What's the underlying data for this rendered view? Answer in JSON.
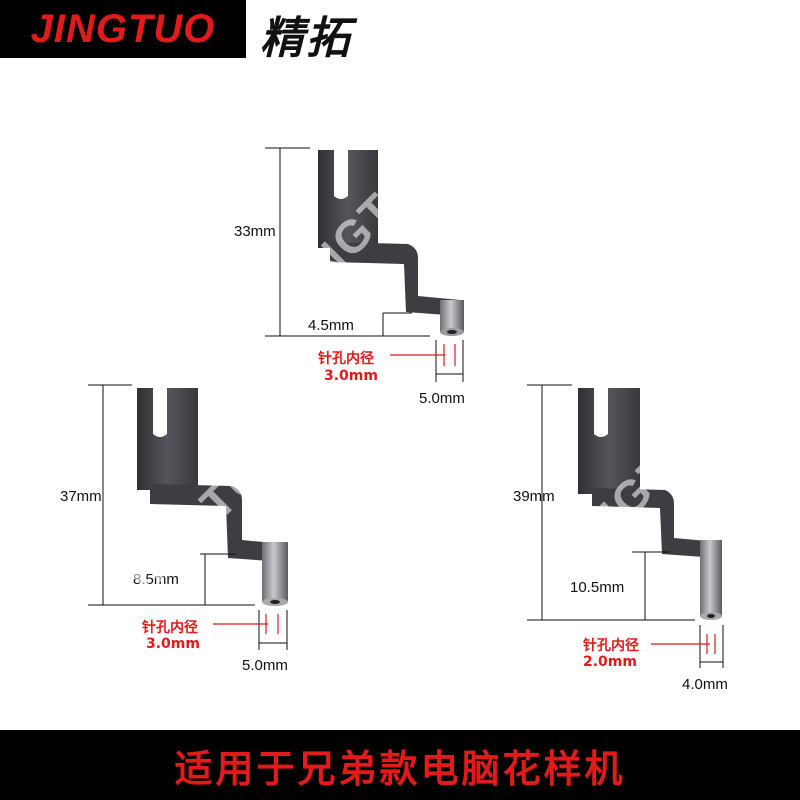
{
  "brand": {
    "latin": "JINGTUO",
    "chinese": "精拓",
    "watermark": "JINGTUO"
  },
  "colors": {
    "brand_red": "#e21a1a",
    "bar_black": "#000000",
    "metal_dark": "#3f4044",
    "metal_light": "#8a8b90"
  },
  "parts": [
    {
      "height": "33mm",
      "step": "4.5mm",
      "hole_label": "针孔内径",
      "hole_value": "3.0mm",
      "foot_width": "5.0mm"
    },
    {
      "height": "37mm",
      "step": "8.5mm",
      "hole_label": "针孔内径",
      "hole_value": "3.0mm",
      "foot_width": "5.0mm"
    },
    {
      "height": "39mm",
      "step": "10.5mm",
      "hole_label": "针孔内径",
      "hole_value": "2.0mm",
      "foot_width": "4.0mm"
    }
  ],
  "footer": {
    "text": "适用于兄弟款电脑花样机"
  }
}
